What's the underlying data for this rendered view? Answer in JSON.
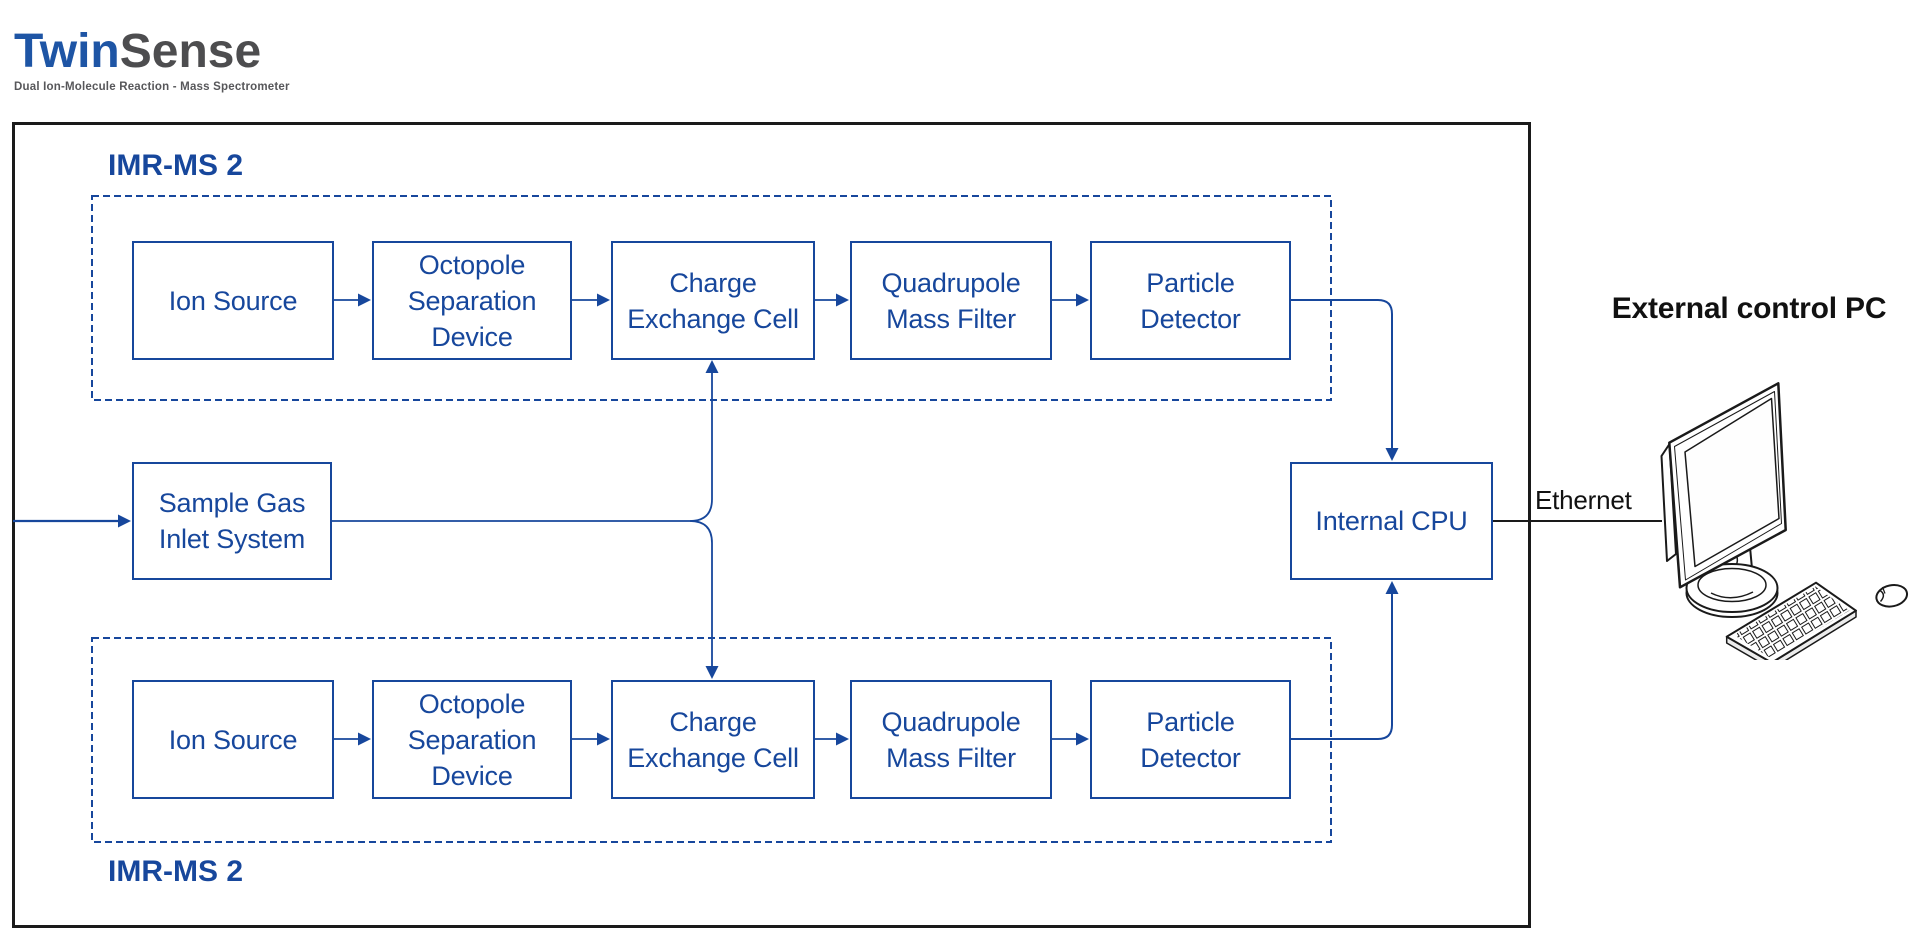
{
  "logo": {
    "brand_part1": "Twin",
    "brand_part2": "Sense",
    "tagline": "Dual Ion-Molecule Reaction - Mass Spectrometer"
  },
  "colors": {
    "diagram_blue": "#17479c",
    "logo_blue": "#1e55a5",
    "logo_gray": "#4d4d4f",
    "outline_black": "#1a1a1a"
  },
  "instrument": {
    "top_unit_label": "IMR-MS 2",
    "bottom_unit_label": "IMR-MS 2",
    "top_row": [
      {
        "lines": [
          "Ion Source"
        ]
      },
      {
        "lines": [
          "Octopole",
          "Separation",
          "Device"
        ]
      },
      {
        "lines": [
          "Charge",
          "Exchange Cell"
        ]
      },
      {
        "lines": [
          "Quadrupole",
          "Mass Filter"
        ]
      },
      {
        "lines": [
          "Particle",
          "Detector"
        ]
      }
    ],
    "bottom_row": [
      {
        "lines": [
          "Ion Source"
        ]
      },
      {
        "lines": [
          "Octopole",
          "Separation",
          "Device"
        ]
      },
      {
        "lines": [
          "Charge",
          "Exchange Cell"
        ]
      },
      {
        "lines": [
          "Quadrupole",
          "Mass Filter"
        ]
      },
      {
        "lines": [
          "Particle",
          "Detector"
        ]
      }
    ],
    "sample_inlet": {
      "lines": [
        "Sample Gas",
        "Inlet System"
      ]
    },
    "internal_cpu": {
      "lines": [
        "Internal CPU"
      ]
    }
  },
  "external": {
    "pc_title": "External control PC",
    "connection_label": "Ethernet"
  }
}
